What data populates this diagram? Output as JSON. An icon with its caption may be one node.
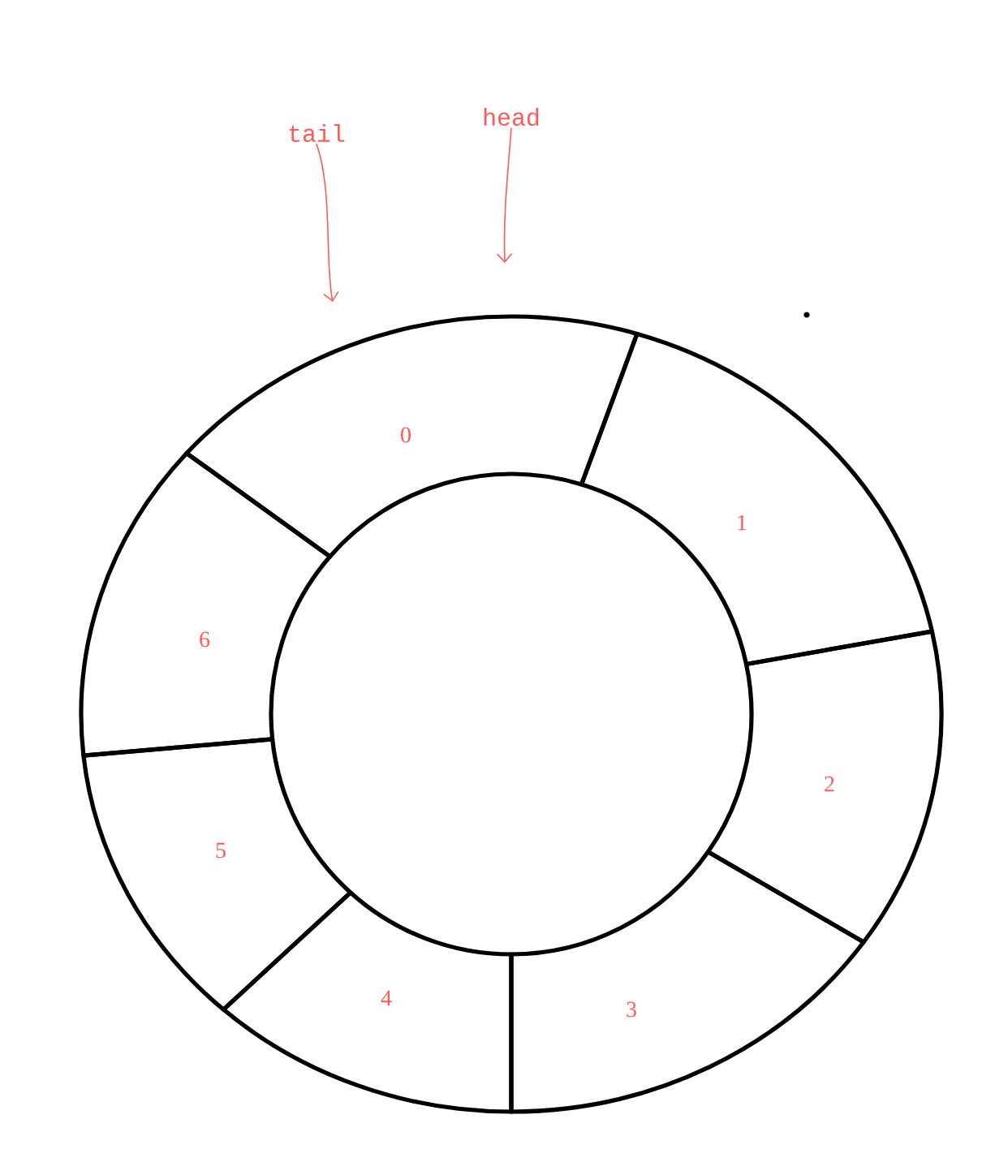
{
  "diagram": {
    "nodes": [
      {
        "text": [
          "0"
        ]
      },
      {
        "text": [
          "1"
        ]
      },
      {
        "text": [
          "2"
        ]
      },
      {
        "text": [
          "3"
        ]
      },
      {
        "text": [
          "4"
        ]
      },
      {
        "text": [
          "5"
        ]
      },
      {
        "text": [
          "6"
        ]
      },
      {
        "text": [
          "tail"
        ]
      },
      {
        "text": [
          "head"
        ]
      }
    ],
    "edges": [
      {
        "from": 7,
        "to": 0,
        "arrow": "to"
      },
      {
        "from": 8,
        "to": 0,
        "arrow": "to"
      }
    ]
  }
}
